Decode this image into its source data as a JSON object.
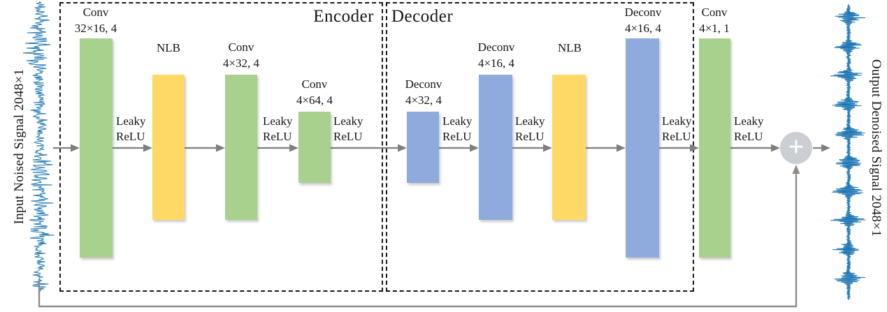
{
  "sections": {
    "encoder": "Encoder",
    "decoder": "Decoder"
  },
  "io": {
    "input_label": "Input Noised Signal 2048×1",
    "output_label": "Output Denoised Signal 2048×1"
  },
  "blocks": [
    {
      "line1": "Conv",
      "line2": "32×16, 4",
      "kind": "conv"
    },
    {
      "line1": "NLB",
      "line2": "",
      "kind": "nlb"
    },
    {
      "line1": "Conv",
      "line2": "4×32, 4",
      "kind": "conv"
    },
    {
      "line1": "Conv",
      "line2": "4×64, 4",
      "kind": "conv"
    },
    {
      "line1": "Deconv",
      "line2": "4×32, 4",
      "kind": "deconv"
    },
    {
      "line1": "Deconv",
      "line2": "4×16, 4",
      "kind": "deconv"
    },
    {
      "line1": "NLB",
      "line2": "",
      "kind": "nlb"
    },
    {
      "line1": "Deconv",
      "line2": "4×16, 4",
      "kind": "deconv"
    },
    {
      "line1": "Conv",
      "line2": "4×1, 1",
      "kind": "conv"
    }
  ],
  "activation": {
    "line1": "Leaky",
    "line2": "ReLU"
  },
  "sum_node": {
    "symbol": "+"
  },
  "colors": {
    "conv": "#a9d18e",
    "nlb": "#ffd966",
    "deconv": "#8faadc",
    "arrow": "#7f7f7f",
    "skip_line": "#969696",
    "signal": "#1f77b4",
    "sum_fill": "#cbced2",
    "box_border": "#181818"
  },
  "waveforms": {
    "input": {
      "style": "noise",
      "seed": 11,
      "color": "#1f77b4"
    },
    "output": {
      "style": "impulse_train",
      "seed": 5,
      "color": "#1f77b4"
    }
  }
}
